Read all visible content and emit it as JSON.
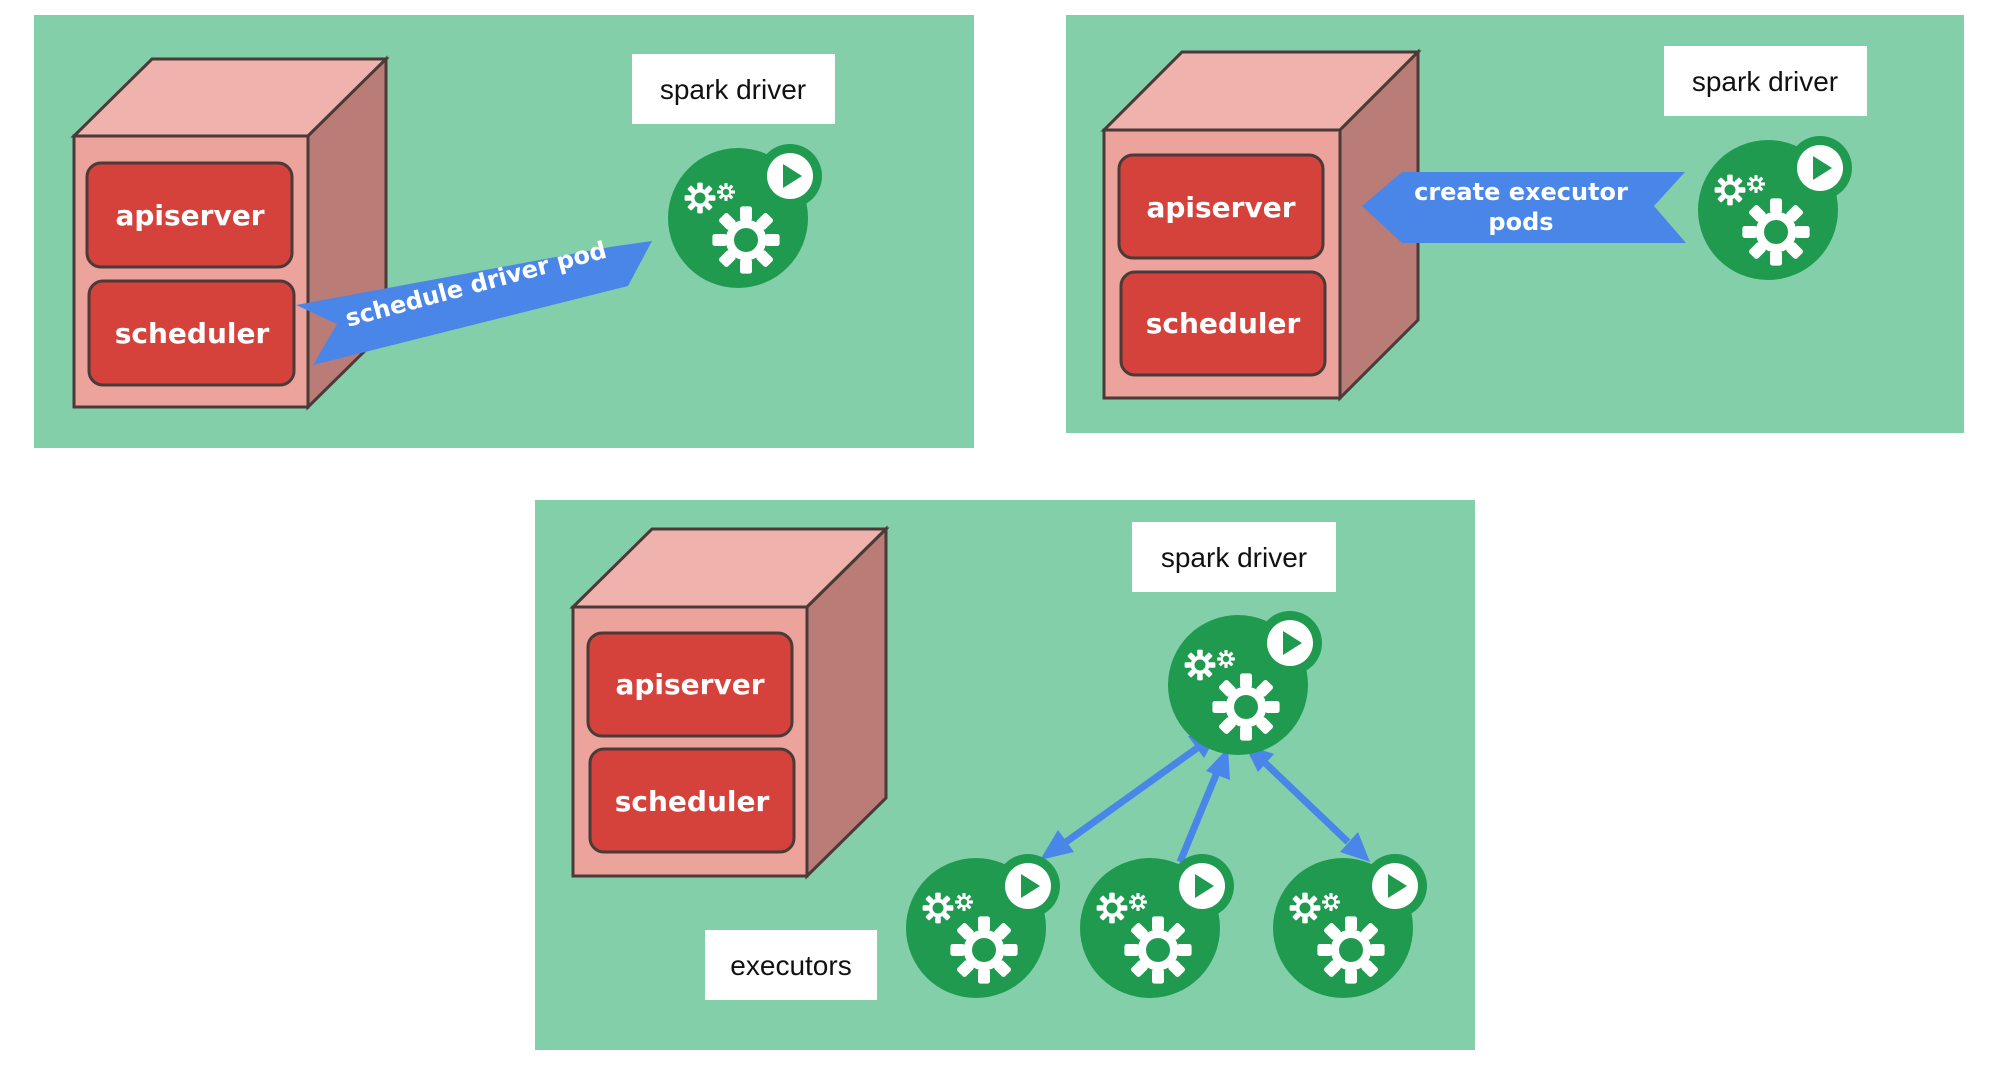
{
  "colors": {
    "panel": "#82cfaa",
    "cube_front": "#eba39c",
    "cube_top": "#efb2ac",
    "cube_side": "#b97c77",
    "component_box": "#d5413b",
    "arrow": "#4a86e8",
    "pod": "#1f9a4f"
  },
  "panels": [
    {
      "apiserver": "apiserver",
      "scheduler": "scheduler",
      "driver_label": "spark driver",
      "arrow_label": "schedule driver pod"
    },
    {
      "apiserver": "apiserver",
      "scheduler": "scheduler",
      "driver_label": "spark driver",
      "arrow_label_line1": "create executor",
      "arrow_label_line2": "pods"
    },
    {
      "apiserver": "apiserver",
      "scheduler": "scheduler",
      "driver_label": "spark driver",
      "executors_label": "executors"
    }
  ],
  "icons": [
    "spark-pod-icon",
    "gear-icon",
    "play-icon"
  ]
}
